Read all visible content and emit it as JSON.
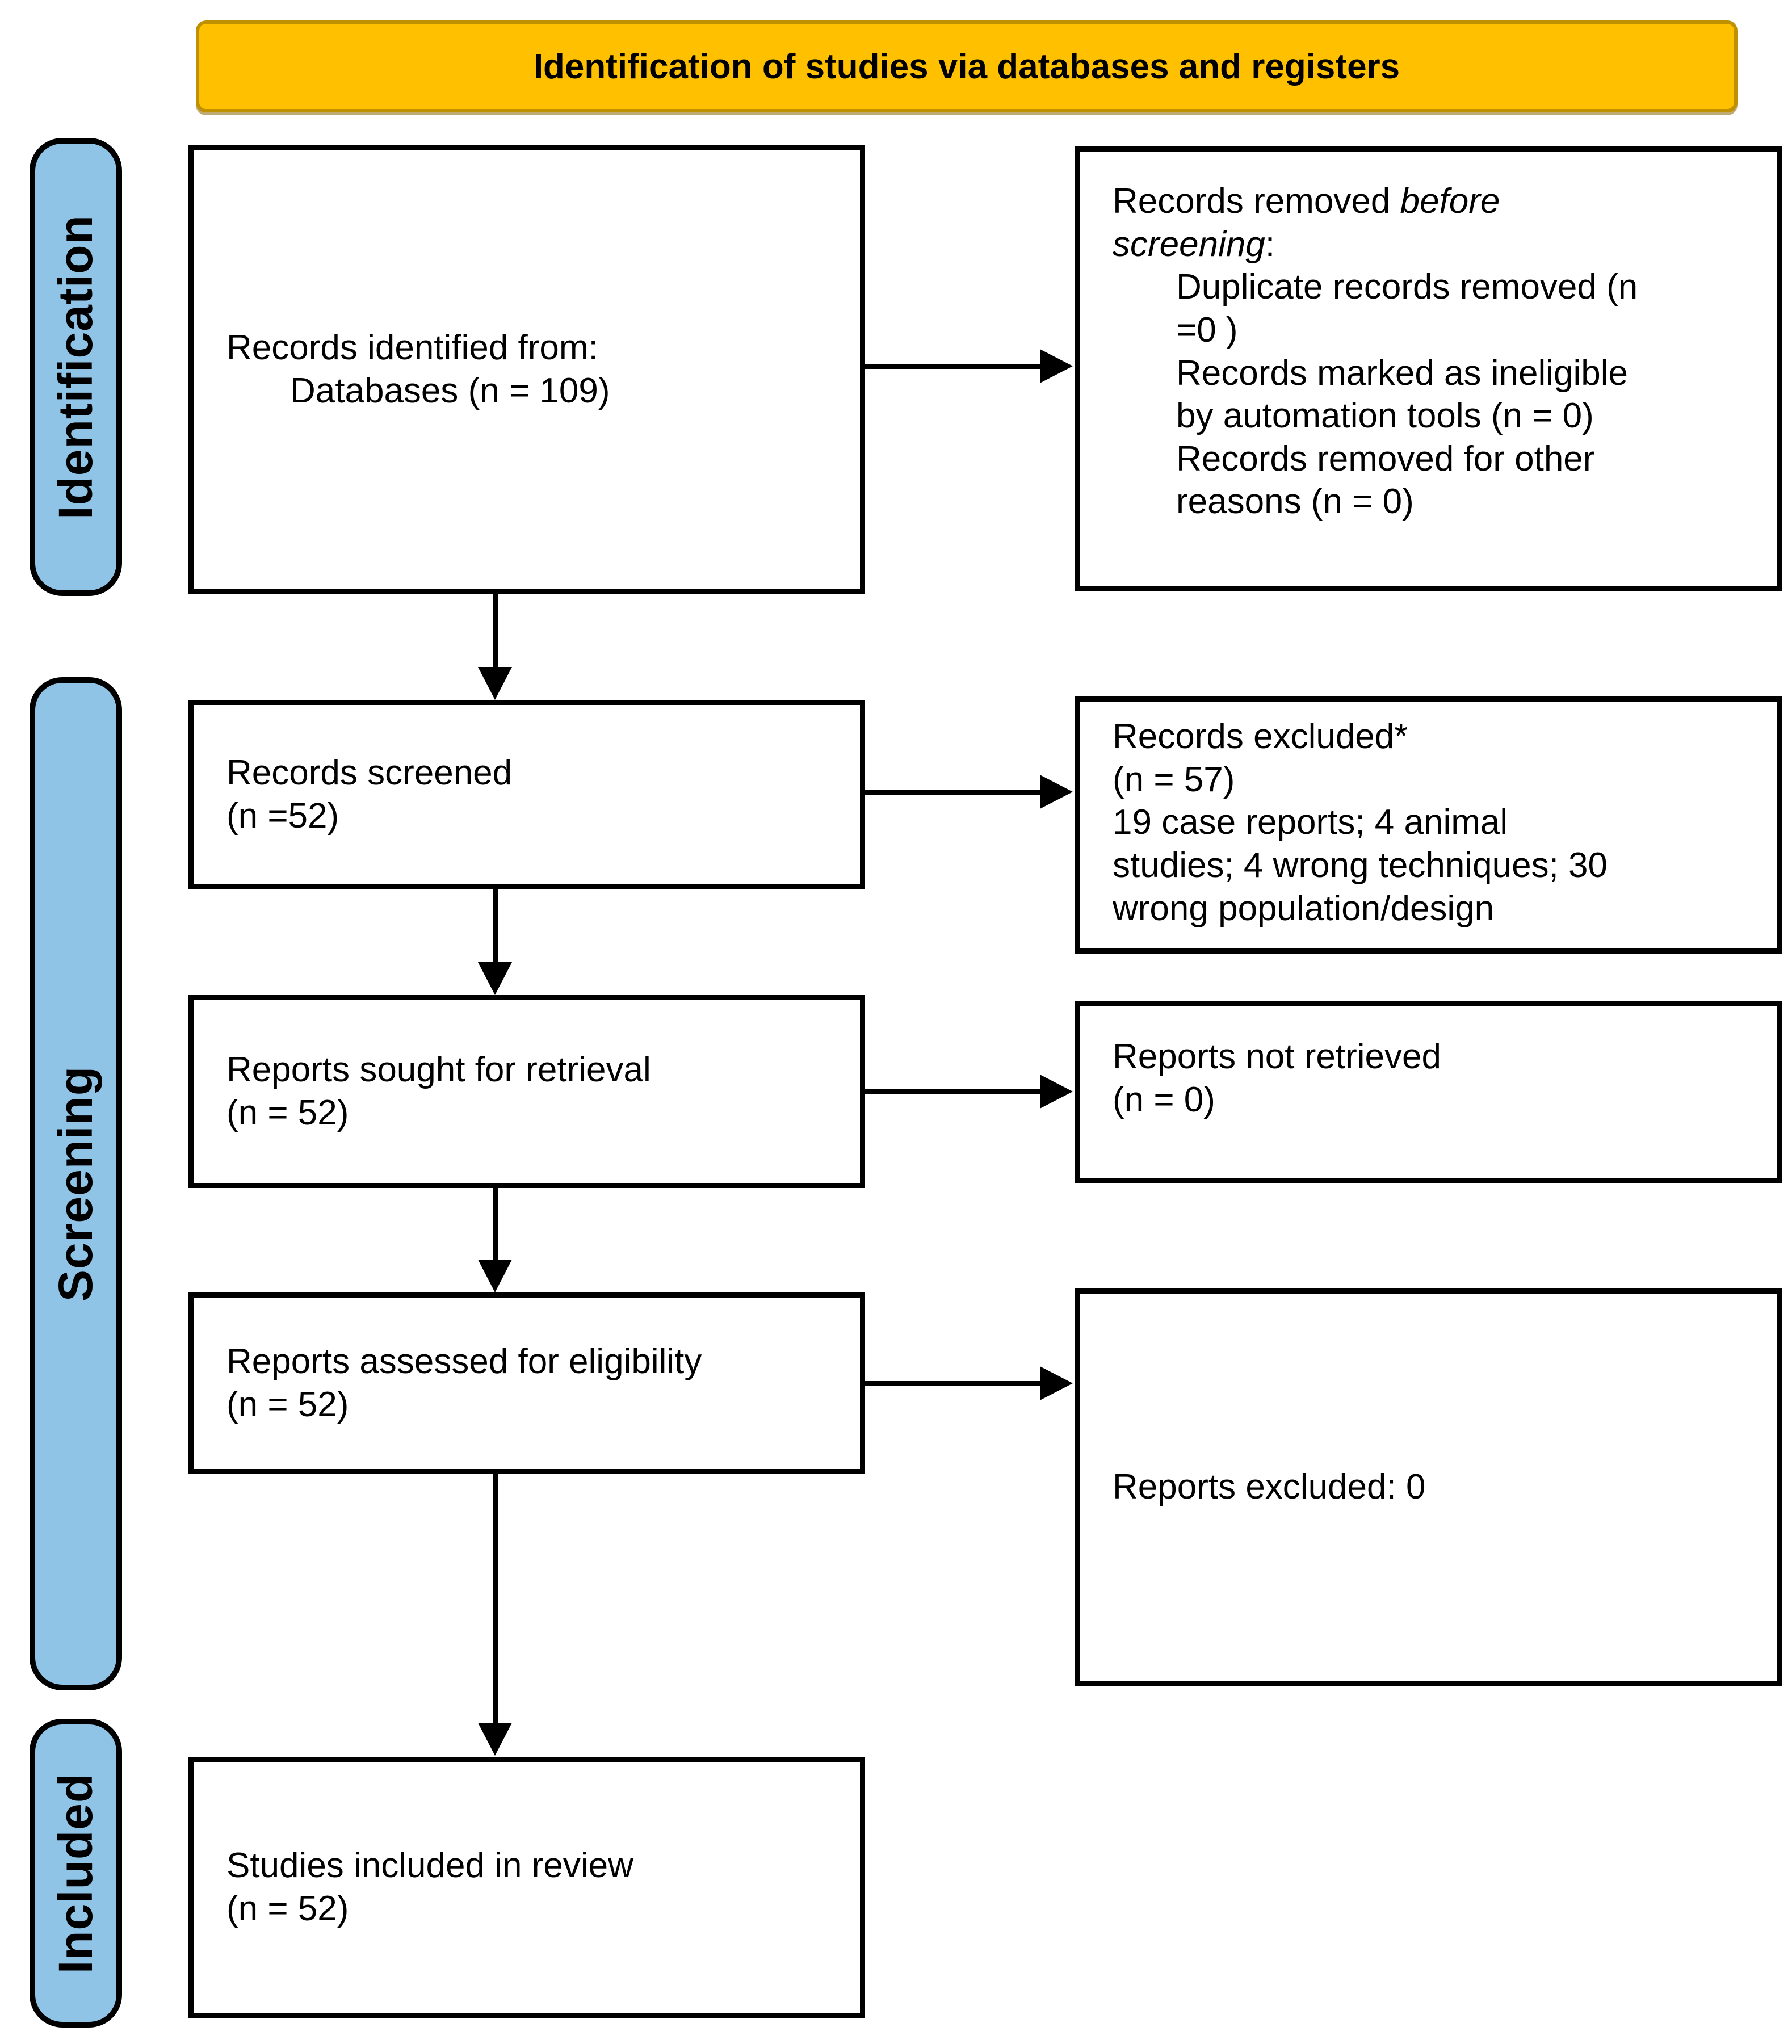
{
  "banner": {
    "title": "Identification of studies via databases and registers"
  },
  "sidebar": {
    "identification": "Identification",
    "screening": "Screening",
    "included": "Included"
  },
  "boxes": {
    "records_identified": {
      "lines": [
        {
          "indent": 0,
          "segments": [
            {
              "t": "Records identified from:"
            }
          ]
        },
        {
          "indent": 1,
          "segments": [
            {
              "t": "Databases (n = 109)"
            }
          ]
        }
      ]
    },
    "records_removed": {
      "lines": [
        {
          "indent": 0,
          "segments": [
            {
              "t": "Records removed "
            },
            {
              "t": "before",
              "i": true
            }
          ]
        },
        {
          "indent": 0,
          "segments": [
            {
              "t": "screening",
              "i": true
            },
            {
              "t": ":"
            }
          ]
        },
        {
          "indent": 1,
          "segments": [
            {
              "t": "Duplicate records removed (n"
            }
          ]
        },
        {
          "indent": 1,
          "segments": [
            {
              "t": "=0 )"
            }
          ]
        },
        {
          "indent": 1,
          "segments": [
            {
              "t": "Records marked as ineligible"
            }
          ]
        },
        {
          "indent": 1,
          "segments": [
            {
              "t": "by automation tools (n = 0)"
            }
          ]
        },
        {
          "indent": 1,
          "segments": [
            {
              "t": "Records removed for other"
            }
          ]
        },
        {
          "indent": 1,
          "segments": [
            {
              "t": "reasons (n = 0)"
            }
          ]
        }
      ]
    },
    "records_screened": {
      "lines": [
        {
          "indent": 0,
          "segments": [
            {
              "t": "Records screened"
            }
          ]
        },
        {
          "indent": 0,
          "segments": [
            {
              "t": "(n =52)"
            }
          ]
        }
      ]
    },
    "records_excluded": {
      "lines": [
        {
          "indent": 0,
          "segments": [
            {
              "t": "Records excluded*"
            }
          ]
        },
        {
          "indent": 0,
          "segments": [
            {
              "t": "(n = 57)"
            }
          ]
        },
        {
          "indent": 0,
          "segments": [
            {
              "t": "19 case reports; 4 animal"
            }
          ]
        },
        {
          "indent": 0,
          "segments": [
            {
              "t": "studies; 4 wrong techniques; 30"
            }
          ]
        },
        {
          "indent": 0,
          "segments": [
            {
              "t": "wrong population/design"
            }
          ]
        }
      ]
    },
    "reports_sought": {
      "lines": [
        {
          "indent": 0,
          "segments": [
            {
              "t": "Reports sought for retrieval"
            }
          ]
        },
        {
          "indent": 0,
          "segments": [
            {
              "t": "(n = 52)"
            }
          ]
        }
      ]
    },
    "reports_not_retrieved": {
      "lines": [
        {
          "indent": 0,
          "segments": [
            {
              "t": "Reports not retrieved"
            }
          ]
        },
        {
          "indent": 0,
          "segments": [
            {
              "t": "(n = 0)"
            }
          ]
        }
      ]
    },
    "reports_assessed": {
      "lines": [
        {
          "indent": 0,
          "segments": [
            {
              "t": "Reports assessed for eligibility"
            }
          ]
        },
        {
          "indent": 0,
          "segments": [
            {
              "t": "(n = 52)"
            }
          ]
        }
      ]
    },
    "reports_excluded": {
      "lines": [
        {
          "indent": 0,
          "segments": [
            {
              "t": "Reports excluded: 0"
            }
          ]
        }
      ]
    },
    "studies_included": {
      "lines": [
        {
          "indent": 0,
          "segments": [
            {
              "t": "Studies included in review"
            }
          ]
        },
        {
          "indent": 0,
          "segments": [
            {
              "t": "(n = 52)"
            }
          ]
        }
      ]
    }
  },
  "colors": {
    "banner_bg": "#FFC000",
    "banner_border": "#BF9000",
    "stage_bg": "#8FC4E6",
    "box_border": "#000000",
    "arrow": "#000000"
  }
}
